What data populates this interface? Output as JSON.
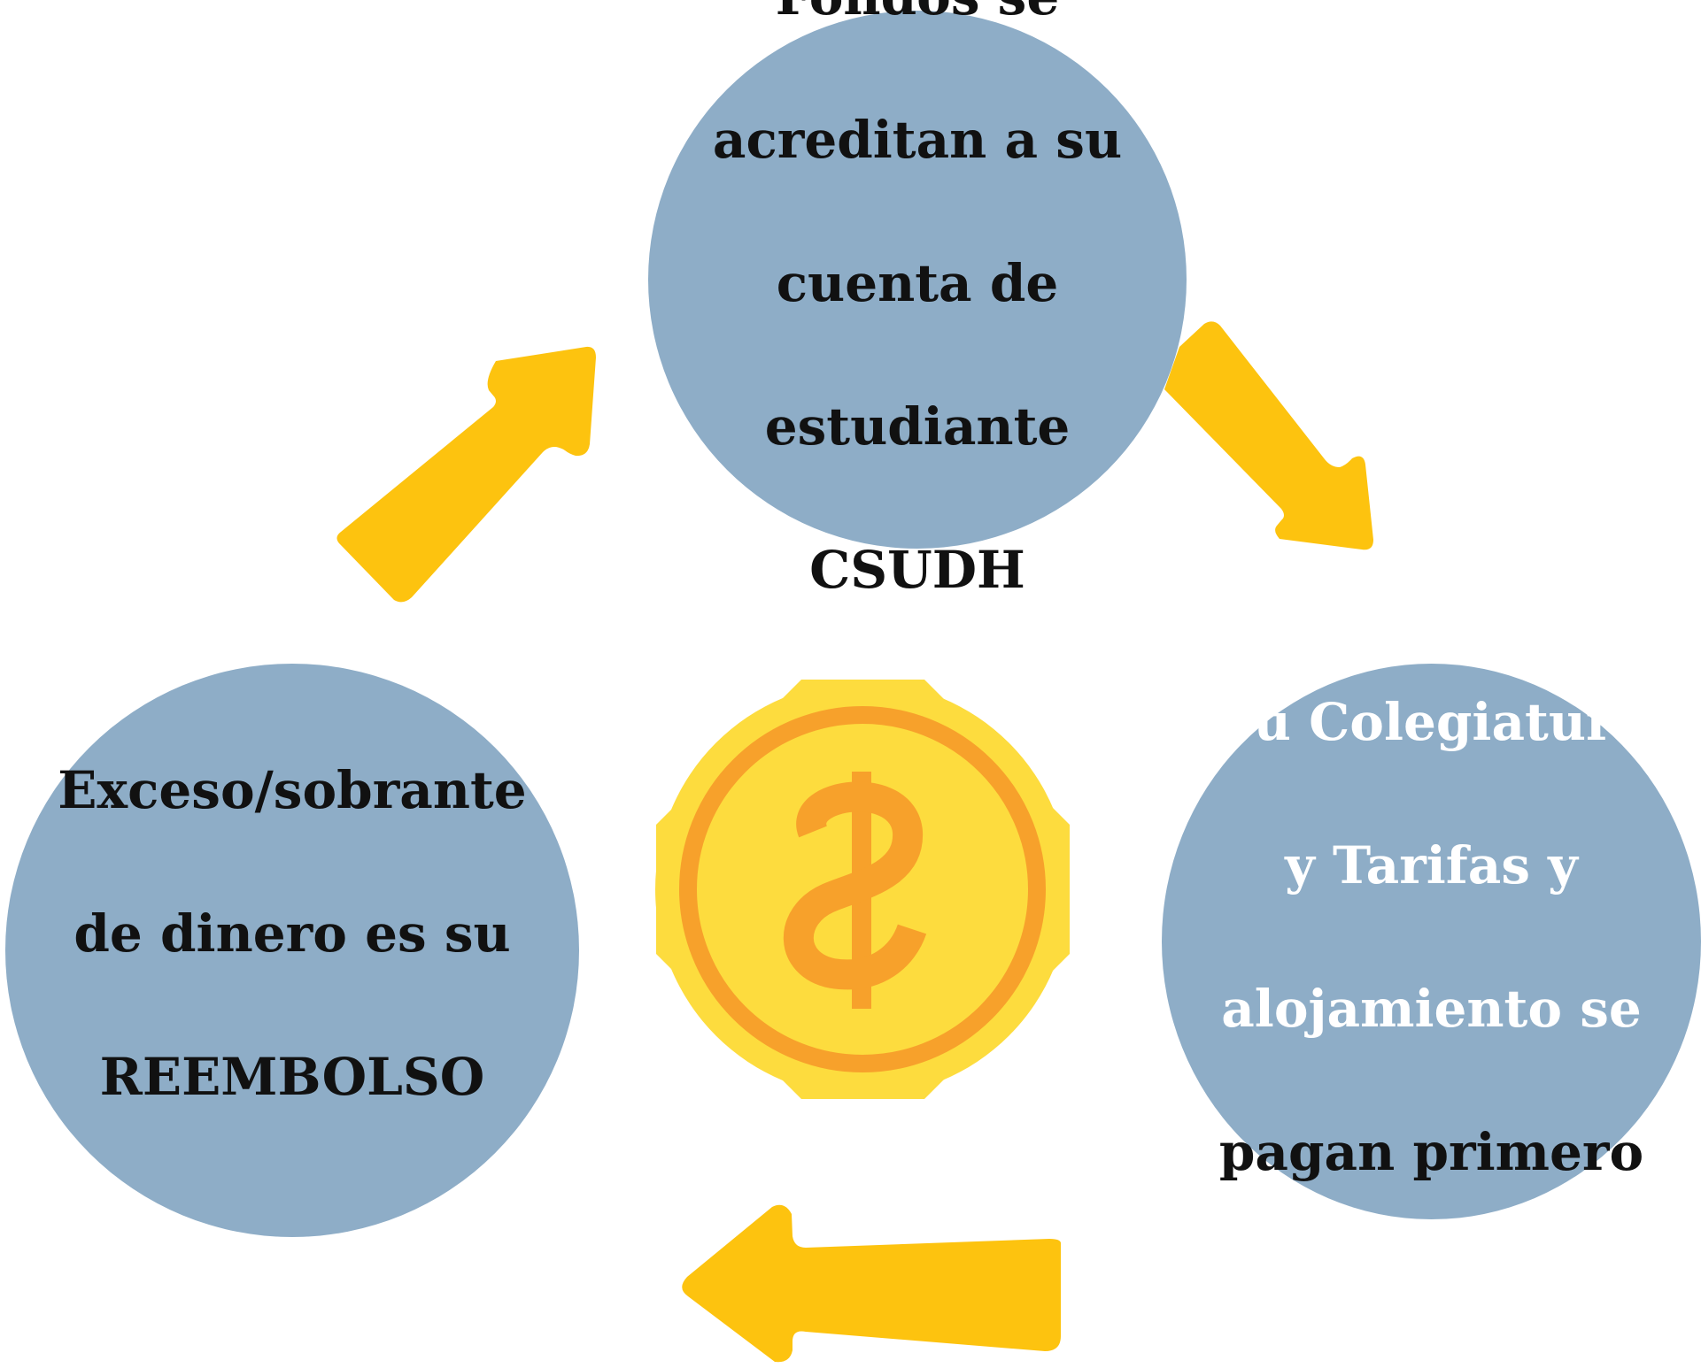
{
  "colors": {
    "circle_fill": "#8eadc7",
    "arrow": "#fdc30f",
    "coin_outer": "#fddc3e",
    "coin_ring": "#f7a12b",
    "coin_symbol": "#f7a12b",
    "text_dark": "#111111",
    "text_light": "#ffffff"
  },
  "nodes": {
    "top": {
      "lines": [
        "Fondos se",
        "acreditan a su",
        "cuenta de",
        "estudiante",
        "CSUDH"
      ]
    },
    "right": {
      "lines": [
        "Su Colegiatura",
        "y Tarifas y",
        "alojamiento se",
        "pagan primero"
      ]
    },
    "left": {
      "lines": [
        "Exceso/sobrante",
        "de dinero es su",
        "REEMBOLSO"
      ]
    }
  },
  "icons": {
    "center": "dollar-coin-icon",
    "arrows": [
      "arrow-up-right-icon",
      "arrow-down-right-icon",
      "arrow-left-icon"
    ]
  }
}
